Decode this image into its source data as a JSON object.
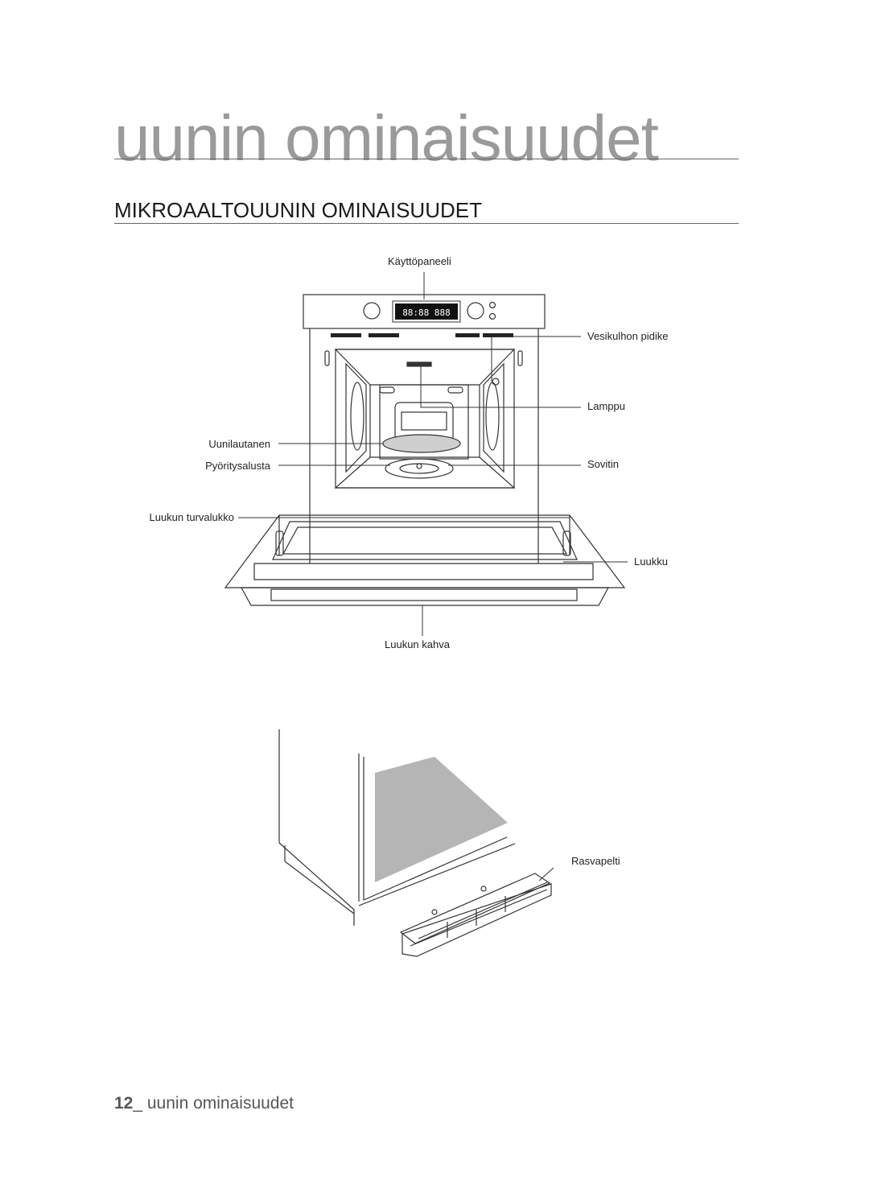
{
  "chapter": {
    "title": "uunin ominaisuudet"
  },
  "section": {
    "title": "MIKROAALTOUUNIN OMINAISUUDET"
  },
  "figure1": {
    "panel_display": "88:88 888",
    "labels": {
      "control_panel": "Käyttöpaneeli",
      "water_bowl_holder": "Vesikulhon pidike",
      "lamp": "Lamppu",
      "turntable_plate": "Uunilautanen",
      "roller_ring": "Pyöritysalusta",
      "coupler": "Sovitin",
      "door_lock": "Luukun turvalukko",
      "door": "Luukku",
      "door_handle": "Luukun kahva"
    }
  },
  "figure2": {
    "labels": {
      "drip_tray": "Rasvapelti"
    }
  },
  "footer": {
    "page_number": "12",
    "text": "uunin ominaisuudet"
  }
}
